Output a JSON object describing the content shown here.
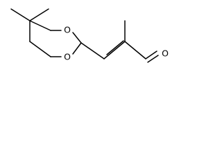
{
  "molecule": {
    "atoms": {
      "ring_oxygen_top": "O",
      "ring_oxygen_bottom": "O",
      "aldehyde_oxygen": "O"
    },
    "colors": {
      "bond": "#000000",
      "label": "#000000",
      "background": "#ffffff"
    }
  }
}
